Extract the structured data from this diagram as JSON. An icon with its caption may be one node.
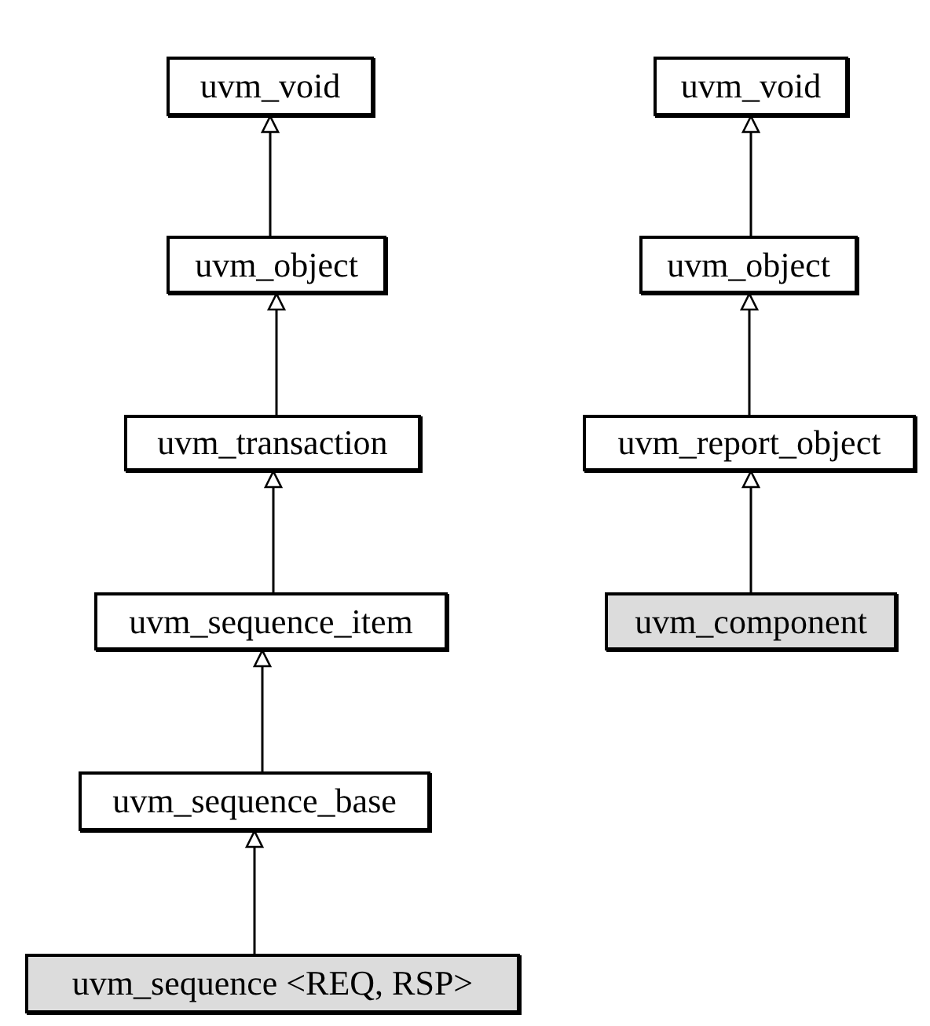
{
  "diagram": {
    "nodes": [
      {
        "text": [
          "uvm_void"
        ]
      },
      {
        "text": [
          "uvm_object"
        ]
      },
      {
        "text": [
          "uvm_transaction"
        ]
      },
      {
        "text": [
          "uvm_sequence_item"
        ]
      },
      {
        "text": [
          "uvm_sequence_base"
        ]
      },
      {
        "text": [
          "uvm_sequence <REQ, RSP>"
        ]
      },
      {
        "text": [
          "uvm_void"
        ]
      },
      {
        "text": [
          "uvm_object"
        ]
      },
      {
        "text": [
          "uvm_report_object"
        ]
      },
      {
        "text": [
          "uvm_component"
        ]
      }
    ],
    "edges": [
      {
        "from": 1,
        "to": 0,
        "arrow": "to"
      },
      {
        "from": 2,
        "to": 1,
        "arrow": "to"
      },
      {
        "from": 3,
        "to": 2,
        "arrow": "to"
      },
      {
        "from": 4,
        "to": 3,
        "arrow": "to"
      },
      {
        "from": 5,
        "to": 4,
        "arrow": "to"
      },
      {
        "from": 7,
        "to": 6,
        "arrow": "to"
      },
      {
        "from": 8,
        "to": 7,
        "arrow": "to"
      },
      {
        "from": 9,
        "to": 8,
        "arrow": "to"
      }
    ]
  }
}
